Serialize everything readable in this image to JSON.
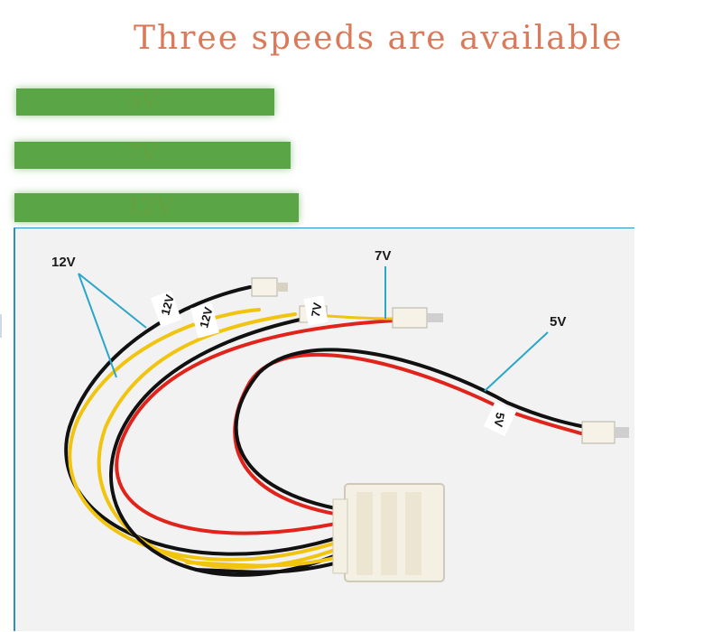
{
  "title": "Three speeds are available",
  "bars": [
    {
      "label": "5V"
    },
    {
      "label": "7V"
    },
    {
      "label": "12V"
    }
  ],
  "photo": {
    "callouts": {
      "v12": "12V",
      "v7": "7V",
      "v5": "5V"
    },
    "cable_tags": [
      "12V",
      "12V",
      "7V",
      "5V"
    ]
  },
  "colors": {
    "title": "#d97b5a",
    "bar": "#5aa646",
    "callout_line": "#2aa6c9",
    "wire_yellow": "#f1c40f",
    "wire_red": "#e0241b",
    "wire_black": "#111111"
  }
}
